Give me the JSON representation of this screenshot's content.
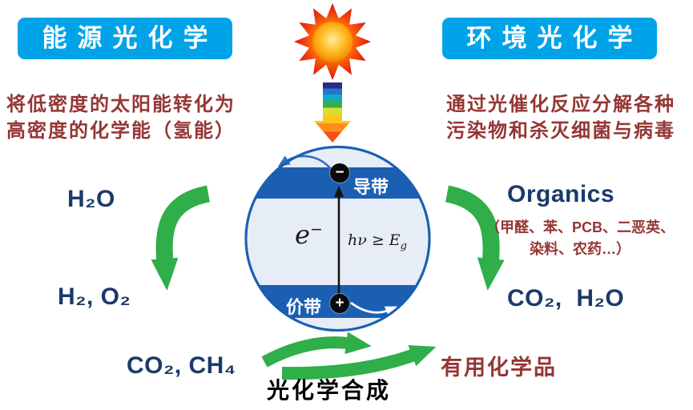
{
  "headers": {
    "energy": "能源光化学",
    "environment": "环境光化学"
  },
  "descriptions": {
    "energy_line1": "将低密度的太阳能转化为",
    "energy_line2": "高密度的化学能（氢能）",
    "environment_line1": "通过光催化反应分解各种",
    "environment_line2": "污染物和杀灭细菌与病毒"
  },
  "particle": {
    "conduction_band_label": "导带",
    "valence_band_label": "价带",
    "electron_symbol": "−",
    "hole_symbol": "+",
    "electron_base": "e",
    "electron_sup": "−",
    "photon_condition_base": "hν ≥ E",
    "photon_condition_sub": "g"
  },
  "water_splitting": {
    "input": "H₂O",
    "output": "H₂, O₂"
  },
  "degradation": {
    "input": "Organics",
    "detail_line1": "（甲醛、苯、PCB、二恶英、",
    "detail_line2": "染料、农药…）",
    "output": "CO₂,  H₂O"
  },
  "synthesis": {
    "input": "CO₂, CH₄",
    "output": "有用化学品",
    "label": "光化学合成"
  },
  "icons": {
    "sun": "sun-icon",
    "spectrum_arrow": "spectrum-arrow-icon",
    "reaction_arrows": "green-curved-arrow"
  },
  "colors": {
    "header_bg": "#00a3e8",
    "dark_red_text": "#943634",
    "navy_text": "#1b3a6b",
    "arrow_green": "#2fae4a",
    "band_blue": "#1b5fb3",
    "particle_fill": "#e7edf6"
  }
}
